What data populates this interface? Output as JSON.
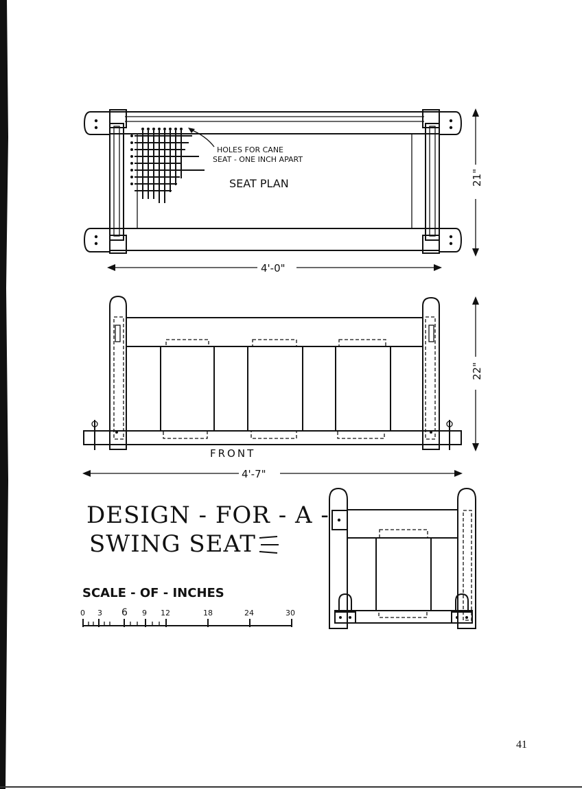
{
  "seat_plan": {
    "label": "SEAT PLAN",
    "note_line1": "HOLES FOR CANE",
    "note_line2": "SEAT - ONE INCH APART",
    "width_dim": "4'-0\"",
    "depth_dim": "21\""
  },
  "front": {
    "label": "FRONT",
    "width_dim": "4'-7\"",
    "height_dim": "22\""
  },
  "title": {
    "line1": "DESIGN - FOR - A -",
    "line2": "SWING SEAT"
  },
  "scale": {
    "label": "SCALE - OF - INCHES",
    "ticks": [
      "0",
      "3",
      "6",
      "9",
      "12",
      "18",
      "24",
      "30"
    ]
  },
  "page_number": "41"
}
